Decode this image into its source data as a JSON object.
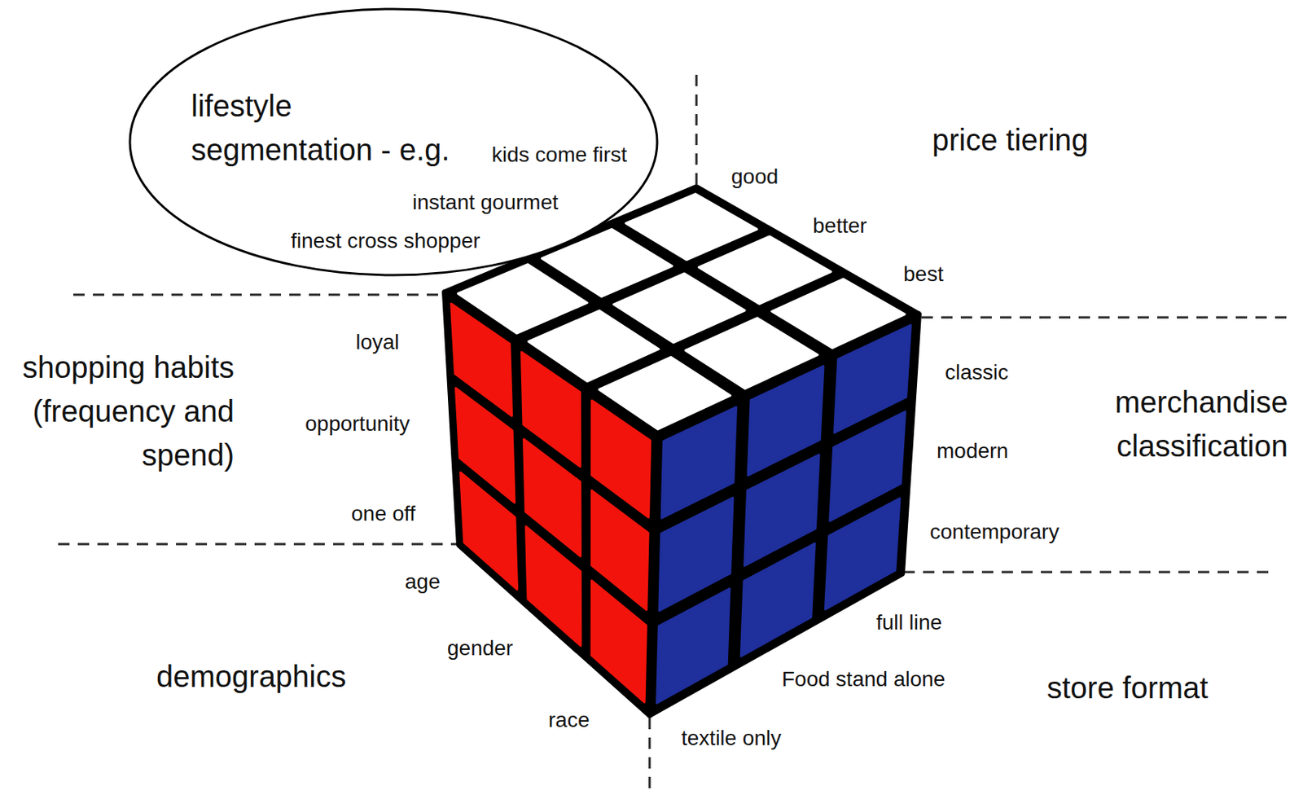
{
  "diagram": {
    "nodes": [
      {
        "text": [
          "lifestyle segmentation - e.g.",
          "kids come first",
          "instant gourmet",
          "finest cross shopper"
        ]
      }
    ],
    "labels": [
      "price tiering",
      "good",
      "better",
      "best",
      "shopping habits (frequency and spend)",
      "loyal",
      "opportunity",
      "one off",
      "merchandise classification",
      "classic",
      "modern",
      "contemporary",
      "demographics",
      "age",
      "gender",
      "race",
      "store format",
      "full line",
      "Food stand alone",
      "textile only"
    ]
  }
}
